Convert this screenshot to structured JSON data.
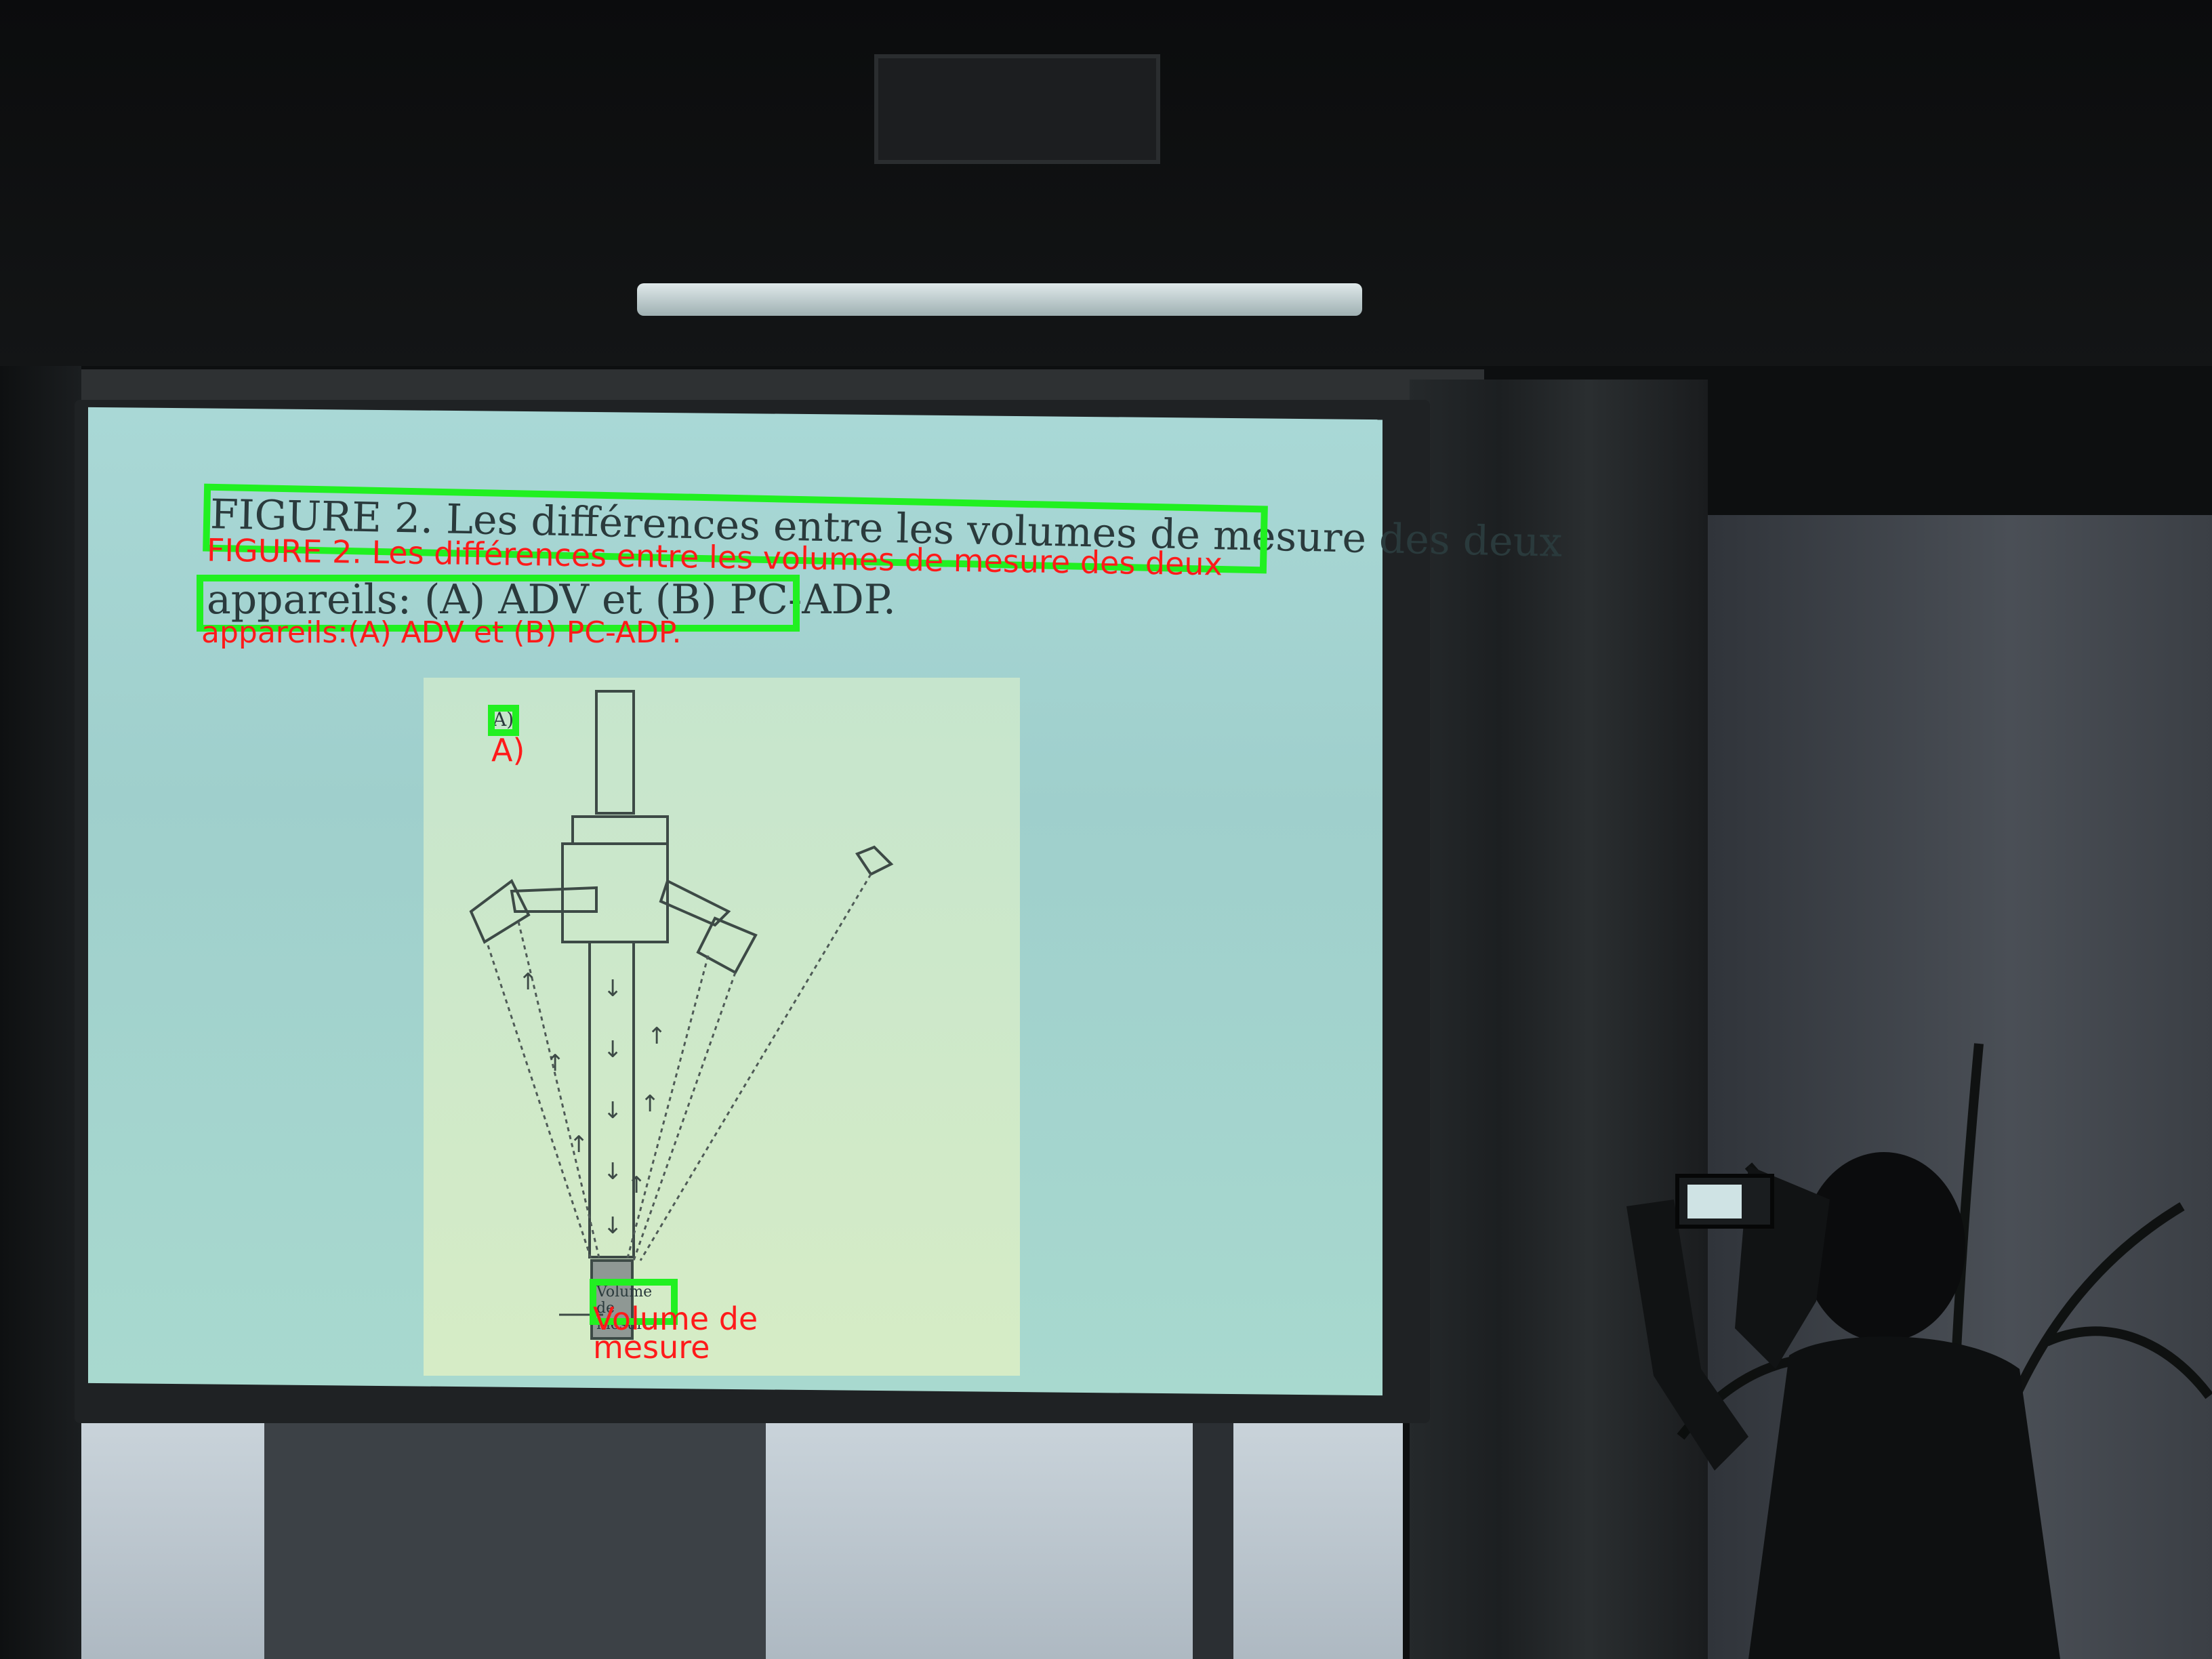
{
  "slide": {
    "caption_line1": "FIGURE 2. Les différences entre les volumes de mesure des deux",
    "caption_line2": "appareils: (A) ADV et (B) PC-ADP.",
    "panel_label": "A)",
    "volume_label": "Volume de mesure"
  },
  "annotations": {
    "line1": "FIGURE 2. Les différences entre les volumes de mesure des deux",
    "line2": "appareils:(A) ADV et (B) PC-ADP.",
    "panel": "A)",
    "volume_line1": "Volume de",
    "volume_line2": "mesure",
    "box_color": "#21f021",
    "text_color": "#ff1a1a"
  }
}
